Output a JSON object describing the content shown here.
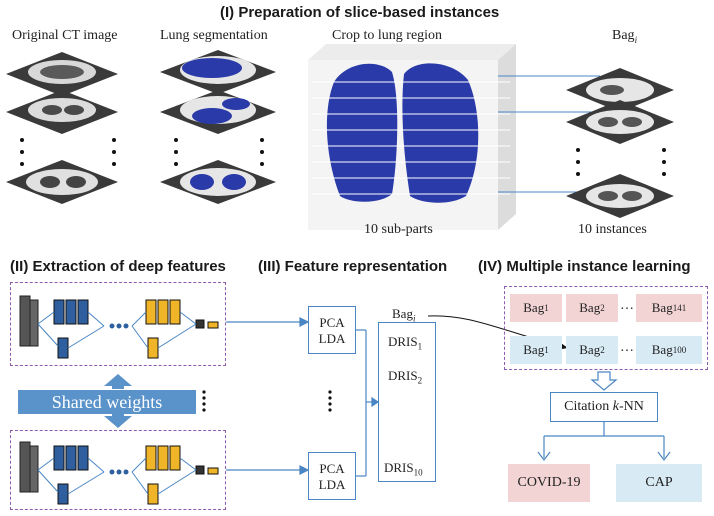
{
  "stage1": {
    "title": "(I) Preparation of slice-based instances",
    "ct_label": "Original CT image",
    "seg_label": "Lung segmentation",
    "crop_label": "Crop to lung region",
    "bag_label": "Bag",
    "bag_sub": "i",
    "subparts_label": "10 sub-parts",
    "instances_label": "10 instances"
  },
  "stage2": {
    "title": "(II) Extraction of deep features",
    "shared_weights": "Shared weights"
  },
  "stage3": {
    "title": "(III) Feature representation",
    "pca_top": [
      "PCA",
      "LDA"
    ],
    "pca_bottom": [
      "PCA",
      "LDA"
    ],
    "bag_label": "Bag",
    "bag_sub": "i",
    "dris": [
      {
        "label": "DRIS",
        "sub": "1"
      },
      {
        "label": "DRIS",
        "sub": "2"
      },
      {
        "label": "DRIS",
        "sub": "10"
      }
    ]
  },
  "stage4": {
    "title": "(IV) Multiple instance learning",
    "row1": [
      {
        "label": "Bag",
        "sub": "1"
      },
      {
        "label": "Bag",
        "sub": "2"
      },
      {
        "label": "Bag",
        "sub": "141"
      }
    ],
    "row2": [
      {
        "label": "Bag",
        "sub": "1"
      },
      {
        "label": "Bag",
        "sub": "2"
      },
      {
        "label": "Bag",
        "sub": "100"
      }
    ],
    "ellipsis": "…",
    "citation_prefix": "Citation ",
    "citation_k": "k",
    "citation_suffix": "-NN",
    "out_covid": "COVID-19",
    "out_cap": "CAP"
  },
  "colors": {
    "lung_blue": "#2a3aa8",
    "box_border": "#4a86c4",
    "dash_purple": "#8e5bb0",
    "pink_fill": "#f3d4d4",
    "blue_fill": "#d8ebf5",
    "net_blue": "#2f5f9e",
    "net_yellow": "#f0b429"
  }
}
